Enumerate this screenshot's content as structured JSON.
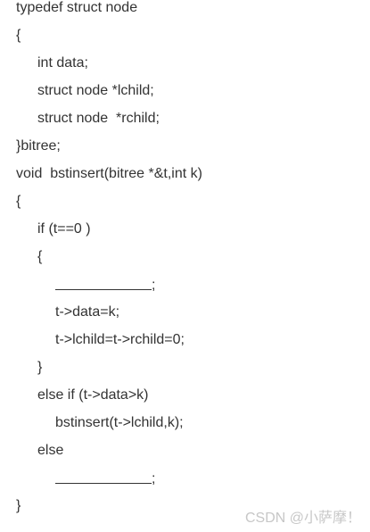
{
  "code": {
    "lines": [
      "typedef struct node",
      "{",
      "int data;",
      "struct node *lchild;",
      "struct node  *rchild;",
      "}bitree;",
      "void  bstinsert(bitree *&t,int k)",
      "{",
      "if (t==0 )",
      "{",
      ";",
      "t->data=k;",
      "t->lchild=t->rchild=0;",
      "}",
      "else if (t->data>k)",
      "bstinsert(t->lchild,k);",
      "else",
      ";",
      "}"
    ]
  },
  "watermark": {
    "text": "CSDN @小萨摩！"
  }
}
